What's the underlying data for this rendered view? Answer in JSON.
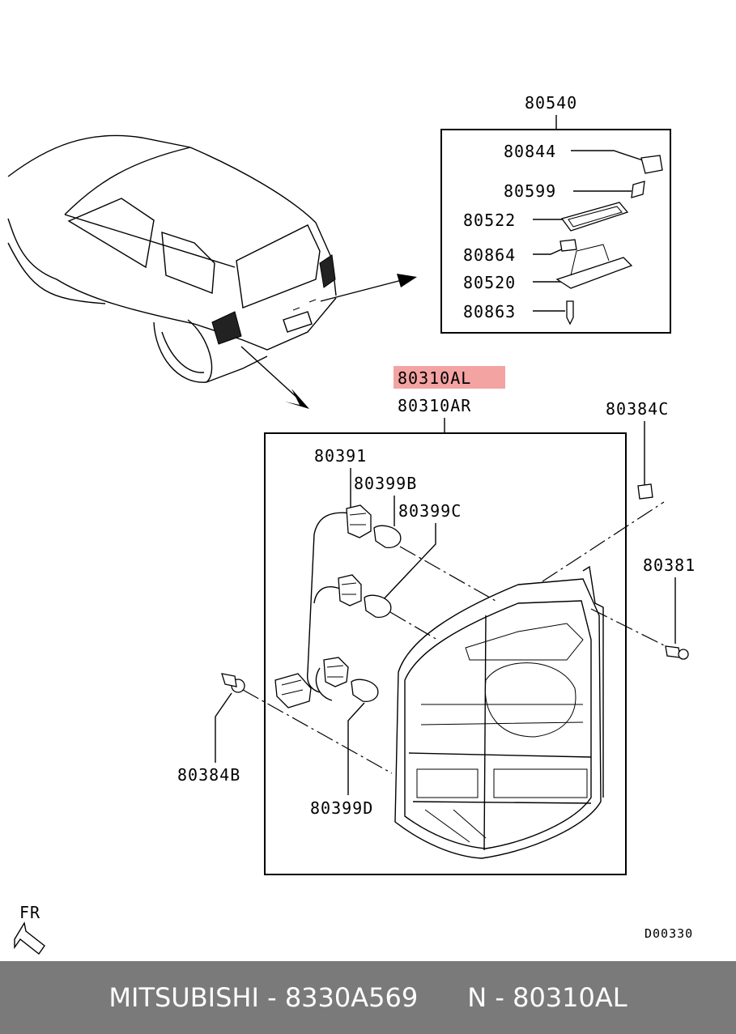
{
  "labels": {
    "assembly_top": "80540",
    "p80844": "80844",
    "p80599": "80599",
    "p80522": "80522",
    "p80864": "80864",
    "p80520": "80520",
    "p80863": "80863",
    "highlight": "80310AL",
    "assembly_main": "80310AR",
    "p80384c": "80384C",
    "p80391": "80391",
    "p80399b": "80399B",
    "p80399c": "80399C",
    "p80381": "80381",
    "p80384b": "80384B",
    "p80399d": "80399D",
    "direction": "FR",
    "diagram_code": "D00330"
  },
  "footer": {
    "text": "MITSUBISHI - 8330A569      N - 80310AL"
  },
  "colors": {
    "highlight": "#f4a3a3",
    "footer_bg": "#7a7a7a",
    "footer_text": "#ffffff"
  }
}
